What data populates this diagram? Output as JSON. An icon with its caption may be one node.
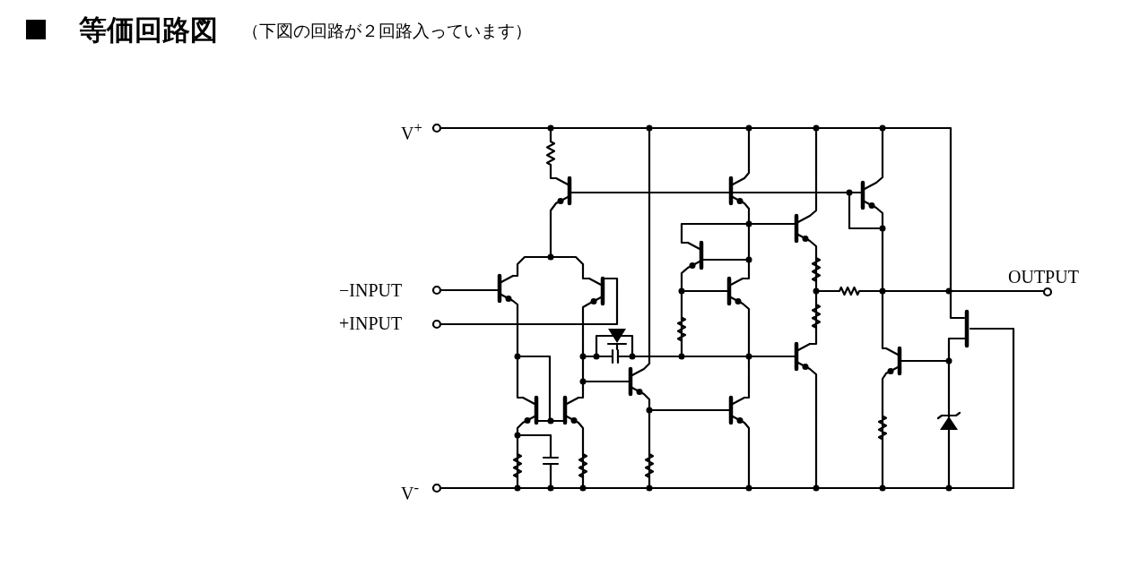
{
  "diagram": {
    "title": "等価回路図",
    "labels": [
      "（下図の回路が２回路入っています）",
      "V$^{+}$",
      "−INPUT",
      "+INPUT",
      "OUTPUT",
      "V$^{-}$"
    ]
  }
}
